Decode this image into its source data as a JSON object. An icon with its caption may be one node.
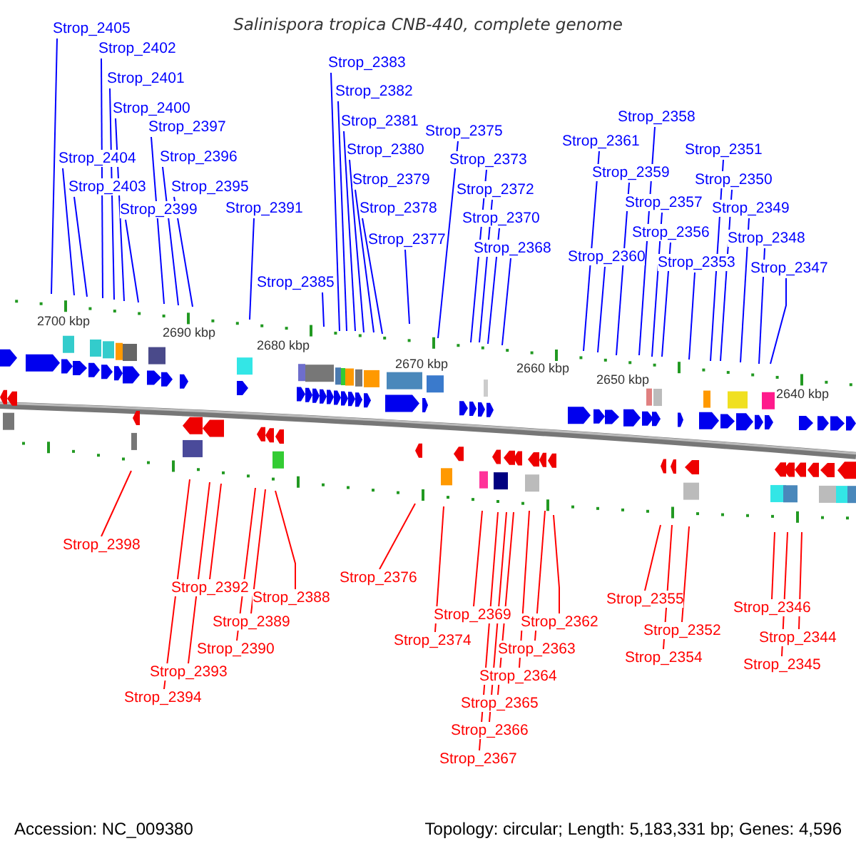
{
  "diagram": {
    "title": "Salinispora tropica CNB-440, complete genome",
    "nodes": [
      {
        "text": [
          "Strop_2405"
        ]
      },
      {
        "text": [
          "Strop_2402"
        ]
      },
      {
        "text": [
          "Strop_2401"
        ]
      },
      {
        "text": [
          "Strop_2400"
        ]
      },
      {
        "text": [
          "Strop_2397"
        ]
      },
      {
        "text": [
          "Strop_2404"
        ]
      },
      {
        "text": [
          "Strop_2396"
        ]
      },
      {
        "text": [
          "Strop_2403"
        ]
      },
      {
        "text": [
          "Strop_2395"
        ]
      },
      {
        "text": [
          "Strop_2399"
        ]
      },
      {
        "text": [
          "Strop_2391"
        ]
      },
      {
        "text": [
          "Strop_2383"
        ]
      },
      {
        "text": [
          "Strop_2382"
        ]
      },
      {
        "text": [
          "Strop_2381"
        ]
      },
      {
        "text": [
          "Strop_2380"
        ]
      },
      {
        "text": [
          "Strop_2379"
        ]
      },
      {
        "text": [
          "Strop_2378"
        ]
      },
      {
        "text": [
          "Strop_2385"
        ]
      },
      {
        "text": [
          "Strop_2377"
        ]
      },
      {
        "text": [
          "Strop_2375"
        ]
      },
      {
        "text": [
          "Strop_2373"
        ]
      },
      {
        "text": [
          "Strop_2372"
        ]
      },
      {
        "text": [
          "Strop_2370"
        ]
      },
      {
        "text": [
          "Strop_2368"
        ]
      },
      {
        "text": [
          "Strop_2358"
        ]
      },
      {
        "text": [
          "Strop_2361"
        ]
      },
      {
        "text": [
          "Strop_2359"
        ]
      },
      {
        "text": [
          "Strop_2357"
        ]
      },
      {
        "text": [
          "Strop_2356"
        ]
      },
      {
        "text": [
          "Strop_2360"
        ]
      },
      {
        "text": [
          "Strop_2353"
        ]
      },
      {
        "text": [
          "Strop_2351"
        ]
      },
      {
        "text": [
          "Strop_2350"
        ]
      },
      {
        "text": [
          "Strop_2349"
        ]
      },
      {
        "text": [
          "Strop_2348"
        ]
      },
      {
        "text": [
          "Strop_2347"
        ]
      },
      {
        "text": [
          "Strop_2398"
        ]
      },
      {
        "text": [
          "Strop_2392"
        ]
      },
      {
        "text": [
          "Strop_2388"
        ]
      },
      {
        "text": [
          "Strop_2389"
        ]
      },
      {
        "text": [
          "Strop_2390"
        ]
      },
      {
        "text": [
          "Strop_2393"
        ]
      },
      {
        "text": [
          "Strop_2394"
        ]
      },
      {
        "text": [
          "Strop_2376"
        ]
      },
      {
        "text": [
          "Strop_2369"
        ]
      },
      {
        "text": [
          "Strop_2374"
        ]
      },
      {
        "text": [
          "Strop_2362"
        ]
      },
      {
        "text": [
          "Strop_2363"
        ]
      },
      {
        "text": [
          "Strop_2364"
        ]
      },
      {
        "text": [
          "Strop_2365"
        ]
      },
      {
        "text": [
          "Strop_2366"
        ]
      },
      {
        "text": [
          "Strop_2367"
        ]
      },
      {
        "text": [
          "Strop_2355"
        ]
      },
      {
        "text": [
          "Strop_2352"
        ]
      },
      {
        "text": [
          "Strop_2354"
        ]
      },
      {
        "text": [
          "Strop_2346"
        ]
      },
      {
        "text": [
          "Strop_2344"
        ]
      },
      {
        "text": [
          "Strop_2345"
        ]
      }
    ],
    "edges": [
      {
        "from": 0,
        "to": null,
        "arrow": "none"
      },
      {
        "from": 1,
        "to": null,
        "arrow": "none"
      },
      {
        "from": 2,
        "to": null,
        "arrow": "none"
      },
      {
        "from": 3,
        "to": null,
        "arrow": "none"
      },
      {
        "from": 4,
        "to": null,
        "arrow": "none"
      },
      {
        "from": 5,
        "to": null,
        "arrow": "none"
      },
      {
        "from": 6,
        "to": null,
        "arrow": "none"
      },
      {
        "from": 7,
        "to": null,
        "arrow": "none"
      },
      {
        "from": 8,
        "to": null,
        "arrow": "none"
      },
      {
        "from": 9,
        "to": null,
        "arrow": "none"
      },
      {
        "from": 10,
        "to": null,
        "arrow": "none"
      },
      {
        "from": 11,
        "to": null,
        "arrow": "none"
      },
      {
        "from": 12,
        "to": null,
        "arrow": "none"
      },
      {
        "from": 13,
        "to": null,
        "arrow": "none"
      },
      {
        "from": 14,
        "to": null,
        "arrow": "none"
      },
      {
        "from": 15,
        "to": null,
        "arrow": "none"
      },
      {
        "from": 16,
        "to": null,
        "arrow": "none"
      },
      {
        "from": 17,
        "to": null,
        "arrow": "none"
      },
      {
        "from": 18,
        "to": null,
        "arrow": "none"
      },
      {
        "from": 19,
        "to": null,
        "arrow": "none"
      },
      {
        "from": 20,
        "to": null,
        "arrow": "none"
      },
      {
        "from": 21,
        "to": null,
        "arrow": "none"
      },
      {
        "from": 22,
        "to": null,
        "arrow": "none"
      },
      {
        "from": 23,
        "to": null,
        "arrow": "none"
      },
      {
        "from": 24,
        "to": null,
        "arrow": "none"
      },
      {
        "from": 25,
        "to": null,
        "arrow": "none"
      },
      {
        "from": 26,
        "to": null,
        "arrow": "none"
      },
      {
        "from": 27,
        "to": null,
        "arrow": "none"
      },
      {
        "from": 28,
        "to": null,
        "arrow": "none"
      },
      {
        "from": 29,
        "to": null,
        "arrow": "none"
      },
      {
        "from": 30,
        "to": null,
        "arrow": "none"
      },
      {
        "from": 31,
        "to": null,
        "arrow": "none"
      },
      {
        "from": 32,
        "to": null,
        "arrow": "none"
      },
      {
        "from": 33,
        "to": null,
        "arrow": "none"
      },
      {
        "from": 34,
        "to": null,
        "arrow": "none"
      },
      {
        "from": 35,
        "to": null,
        "arrow": "none"
      },
      {
        "from": 36,
        "to": null,
        "arrow": "none",
        "color": "#ff0000"
      },
      {
        "from": 37,
        "to": null,
        "arrow": "none",
        "color": "#ff0000"
      },
      {
        "from": 38,
        "to": null,
        "arrow": "none",
        "color": "#ff0000"
      },
      {
        "from": 39,
        "to": null,
        "arrow": "none",
        "color": "#ff0000"
      },
      {
        "from": 40,
        "to": null,
        "arrow": "none",
        "color": "#ff0000"
      },
      {
        "from": 41,
        "to": null,
        "arrow": "none",
        "color": "#ff0000"
      },
      {
        "from": 42,
        "to": null,
        "arrow": "none",
        "color": "#ff0000"
      },
      {
        "from": 43,
        "to": null,
        "arrow": "none",
        "color": "#ff0000"
      },
      {
        "from": 44,
        "to": null,
        "arrow": "none",
        "color": "#ff0000"
      },
      {
        "from": 45,
        "to": null,
        "arrow": "none",
        "color": "#ff0000"
      },
      {
        "from": 46,
        "to": null,
        "arrow": "none",
        "color": "#ff0000"
      },
      {
        "from": 47,
        "to": null,
        "arrow": "none",
        "color": "#ff0000"
      },
      {
        "from": 48,
        "to": null,
        "arrow": "none",
        "color": "#ff0000"
      },
      {
        "from": 49,
        "to": null,
        "arrow": "none",
        "color": "#ff0000"
      },
      {
        "from": 50,
        "to": null,
        "arrow": "none",
        "color": "#ff0000"
      },
      {
        "from": 51,
        "to": null,
        "arrow": "none",
        "color": "#ff0000"
      },
      {
        "from": 52,
        "to": null,
        "arrow": "none",
        "color": "#ff0000"
      },
      {
        "from": 53,
        "to": null,
        "arrow": "none",
        "color": "#ff0000"
      },
      {
        "from": 54,
        "to": null,
        "arrow": "none",
        "color": "#ff0000"
      },
      {
        "from": 55,
        "to": null,
        "arrow": "none",
        "color": "#ff0000"
      },
      {
        "from": 56,
        "to": null,
        "arrow": "none",
        "color": "#ff0000"
      },
      {
        "from": 57,
        "to": null,
        "arrow": "none",
        "color": "#ff0000"
      }
    ],
    "labels": [
      "2700 kbp",
      "2690 kbp",
      "2680 kbp",
      "2670 kbp",
      "2660 kbp",
      "2650 kbp",
      "2640 kbp",
      "Accession: NC_009380",
      "Topology: circular; Length: 5,183,331 bp; Genes: 4,596"
    ]
  }
}
